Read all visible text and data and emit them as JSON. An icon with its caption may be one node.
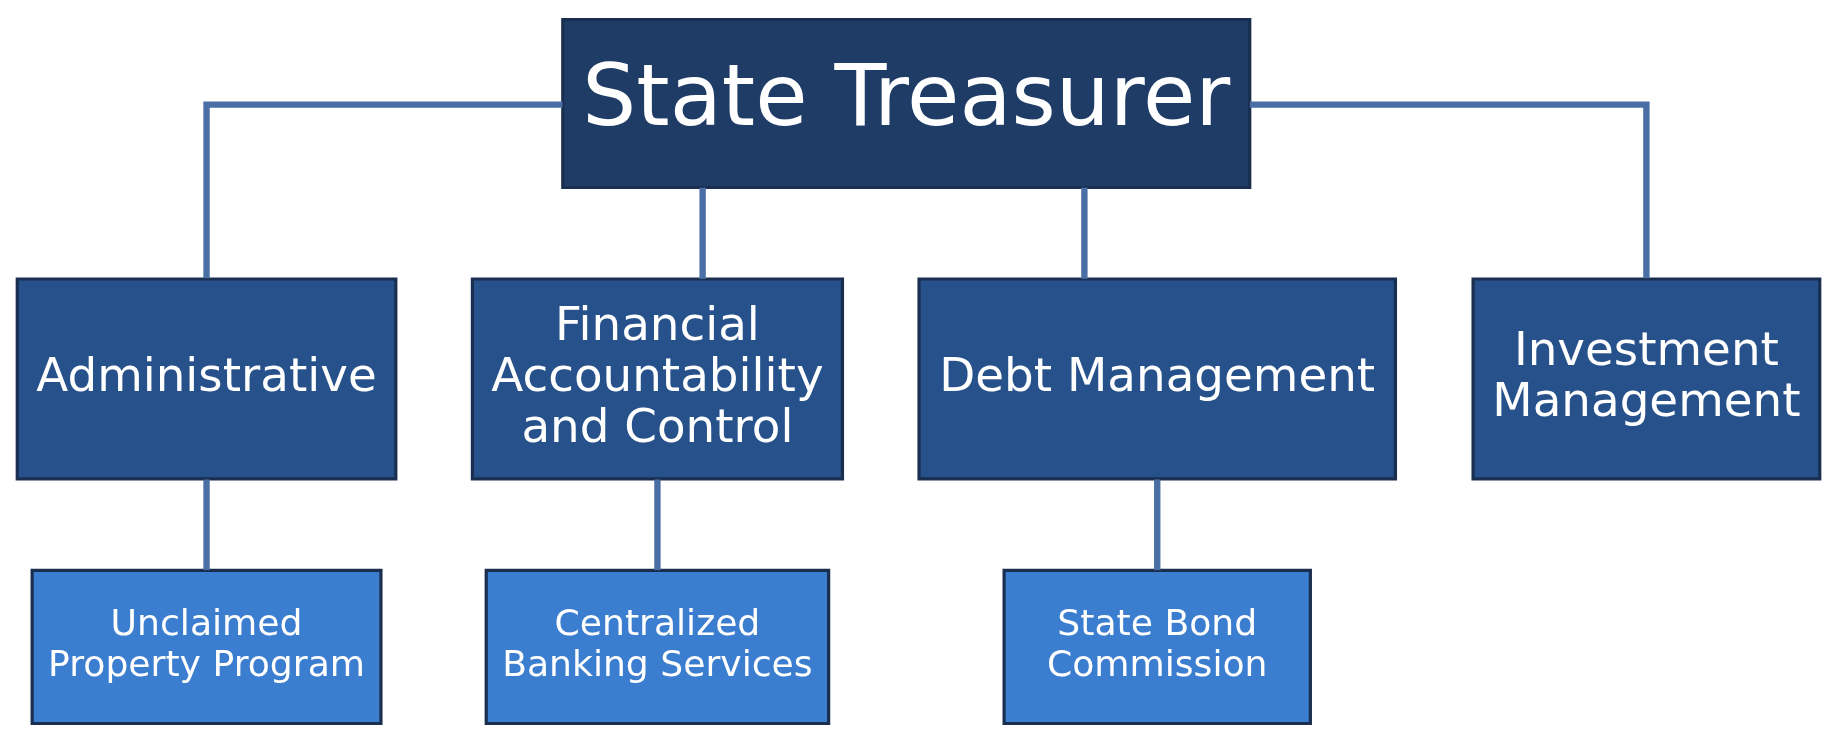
{
  "diagram": {
    "nodes": [
      {
        "text": [
          "State Treasurer"
        ]
      },
      {
        "text": [
          "Administrative"
        ]
      },
      {
        "text": [
          "Financial Accountability and Control"
        ]
      },
      {
        "text": [
          "Debt Management"
        ]
      },
      {
        "text": [
          "Investment Management"
        ]
      },
      {
        "text": [
          "Unclaimed Property Program"
        ]
      },
      {
        "text": [
          "Centralized Banking Services"
        ]
      },
      {
        "text": [
          "State Bond Commission"
        ]
      }
    ],
    "edges": [
      {
        "from": 0,
        "to": 1,
        "arrow": "none"
      },
      {
        "from": 0,
        "to": 2,
        "arrow": "none"
      },
      {
        "from": 0,
        "to": 3,
        "arrow": "none"
      },
      {
        "from": 0,
        "to": 4,
        "arrow": "none"
      },
      {
        "from": 1,
        "to": 5,
        "arrow": "none"
      },
      {
        "from": 2,
        "to": 6,
        "arrow": "none"
      },
      {
        "from": 3,
        "to": 7,
        "arrow": "none"
      }
    ]
  }
}
